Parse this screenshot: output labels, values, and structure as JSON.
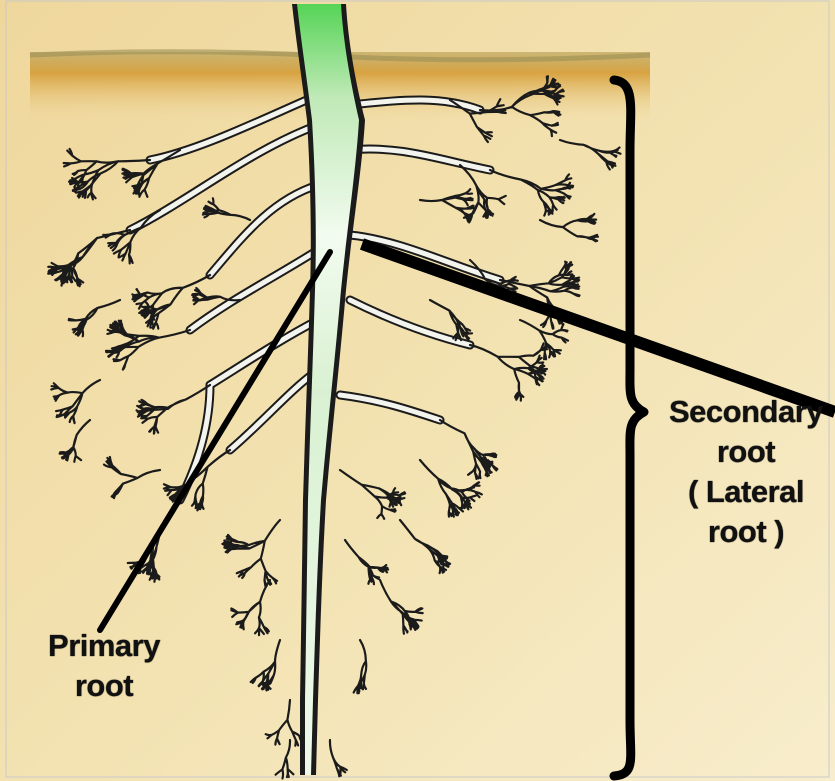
{
  "labels": {
    "primary_line1": "Primary",
    "primary_line2": "root",
    "secondary_line1": "Secondary",
    "secondary_line2": "root",
    "secondary_line3": "( Lateral",
    "secondary_line4": "root )"
  },
  "colors": {
    "background": "#efdfa6",
    "soil_band": "#d8a542",
    "root_dark": "#1b1b1b",
    "primary_root_light": "#eaf7e6",
    "primary_root_green": "#58d456",
    "pointer": "#000000"
  }
}
